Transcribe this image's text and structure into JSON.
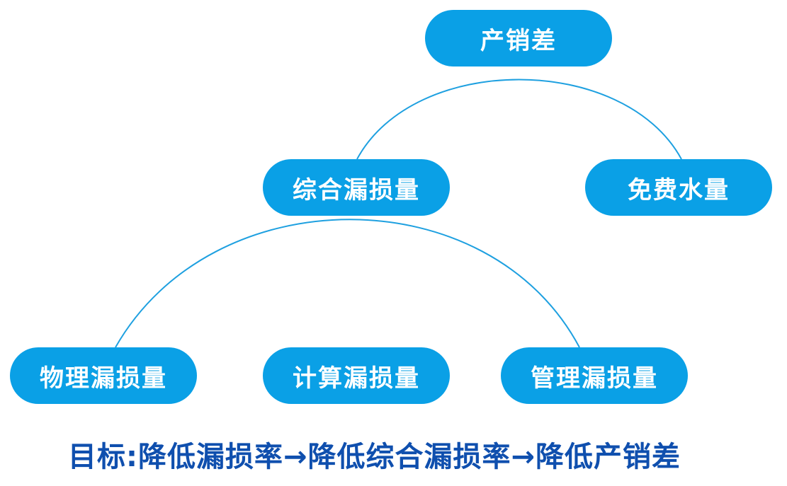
{
  "nodes": {
    "top": "产销差",
    "zonghe": "综合漏损量",
    "mianfei": "免费水量",
    "wuli": "物理漏损量",
    "jisuan": "计算漏损量",
    "guanli": "管理漏损量"
  },
  "goal": "目标:降低漏损率→降低综合漏损率→降低产销差",
  "colors": {
    "node_fill": "#0aa0e6",
    "node_text": "#ffffff",
    "connector": "#1ea0e0",
    "goal_text": "#0f4fae"
  }
}
